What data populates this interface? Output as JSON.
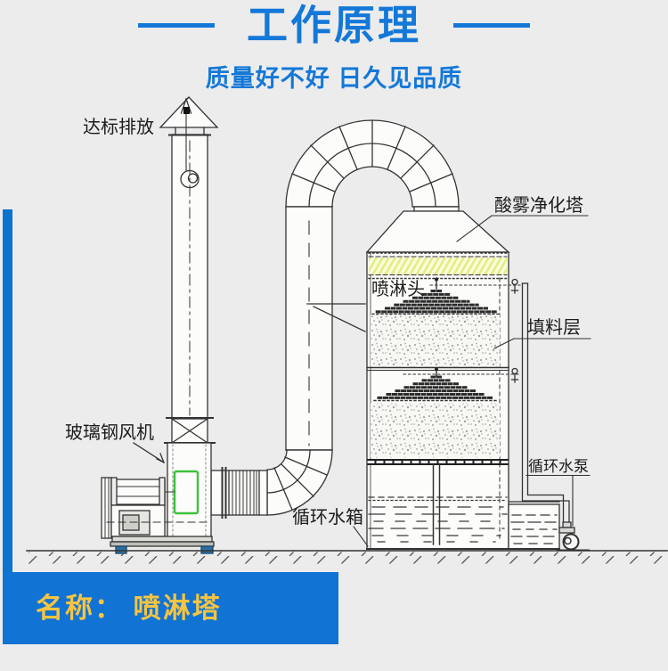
{
  "header": {
    "title": "工作原理",
    "subtitle": "质量好不好 日久见品质"
  },
  "diagram": {
    "labels": {
      "emission": "达标排放",
      "purifier_tower": "酸雾净化塔",
      "spray_head": "喷淋头",
      "packing_layer": "填料层",
      "circulating_pump": "循环水泵",
      "circulating_tank": "循环水箱",
      "fan": "玻璃钢风机"
    }
  },
  "footer": {
    "name": "名称： 喷淋塔"
  },
  "colors": {
    "accent_blue": "#1478d8",
    "banner_blue": "#1173d3",
    "sidebar_blue": "#0c73d0",
    "label_yellow": "#f5c443",
    "highlight_green": "#3dc23d",
    "demister_yellow": "#e4ee7d"
  }
}
